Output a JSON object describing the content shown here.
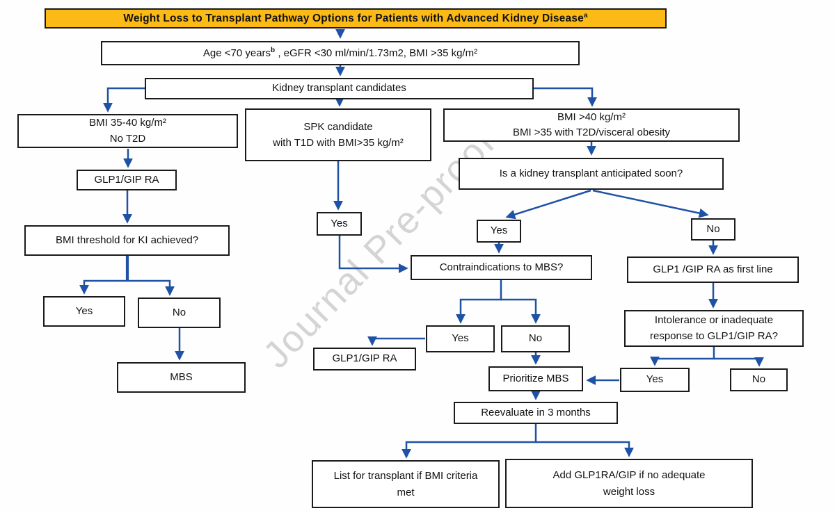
{
  "watermark": "Journal Pre-proof",
  "colors": {
    "arrow": "#1f52a5",
    "border": "#1a1a1a",
    "title_bg": "#fbba16",
    "watermark": "#c6c6c6"
  },
  "title": {
    "text": "Weight Loss to Transplant Pathway Options for Patients with Advanced Kidney Disease",
    "sup": "a"
  },
  "nodes": {
    "age": {
      "part1": "Age <70 years",
      "sup": "b",
      "part2": " , eGFR <30 ml/min/1.73m2, BMI >35 kg/m²"
    },
    "candidates": {
      "text": "Kidney transplant candidates"
    },
    "bmi3540": {
      "line1": "BMI 35-40 kg/m²",
      "line2": "No T2D"
    },
    "glp1_left": {
      "text": "GLP1/GIP RA"
    },
    "threshold": {
      "text": "BMI threshold for KI achieved?"
    },
    "yes_left": {
      "text": "Yes"
    },
    "no_left": {
      "text": "No"
    },
    "mbs": {
      "text": "MBS"
    },
    "spk": {
      "line1": "SPK candidate",
      "line2": "with T1D with BMI>35 kg/m²"
    },
    "yes_spk": {
      "text": "Yes"
    },
    "bmi40": {
      "line1": "BMI >40 kg/m²",
      "line2": "BMI >35 with T2D/visceral obesity"
    },
    "anticipated": {
      "text": "Is a kidney transplant anticipated soon?"
    },
    "yes_anticipated": {
      "text": "Yes"
    },
    "no_anticipated": {
      "text": "No"
    },
    "contraindications": {
      "text": "Contraindications to MBS?"
    },
    "first_line": {
      "text": "GLP1 /GIP RA as first line"
    },
    "intolerance": {
      "line1": "Intolerance or inadequate",
      "line2": "response to GLP1/GIP RA?"
    },
    "yes_contra": {
      "text": "Yes"
    },
    "no_contra": {
      "text": "No"
    },
    "glp1_mid": {
      "text": "GLP1/GIP RA"
    },
    "prioritize": {
      "text": "Prioritize MBS"
    },
    "yes_intolerance": {
      "text": "Yes"
    },
    "no_intolerance": {
      "text": "No"
    },
    "reevaluate": {
      "text": "Reevaluate in 3 months"
    },
    "list_transplant": {
      "line1": "List for transplant if BMI criteria",
      "line2": "met"
    },
    "add_glp": {
      "line1": "Add GLP1RA/GIP if no adequate",
      "line2": "weight loss"
    }
  }
}
